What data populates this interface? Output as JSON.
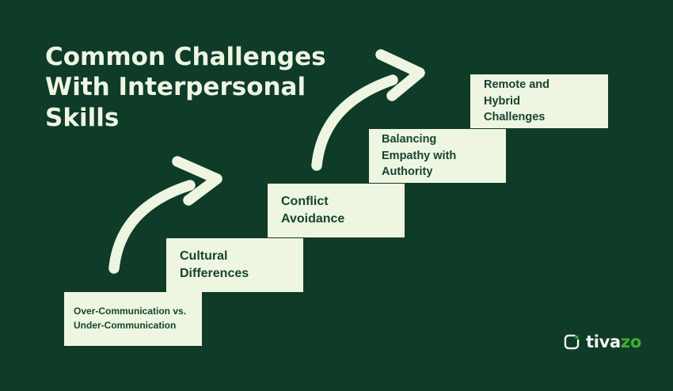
{
  "title": "Common Challenges\nWith Interpersonal\nSkills",
  "steps": [
    {
      "label": "Over-Communication vs.\nUnder-Communication"
    },
    {
      "label": "Cultural\nDifferences"
    },
    {
      "label": "Conflict\nAvoidance"
    },
    {
      "label": "Balancing\nEmpathy with\nAuthority"
    },
    {
      "label": "Remote and\nHybrid\nChallenges"
    }
  ],
  "logo": {
    "text_primary": "tiva",
    "text_accent": "zo"
  },
  "icons": {
    "arrow": "curved-arrow-icon",
    "logo": "tivazo-logo-icon"
  },
  "colors": {
    "background": "#0E3C28",
    "cream": "#EEF6E1",
    "box_text": "#134530",
    "logo_accent_green": "#3FAF2E"
  }
}
